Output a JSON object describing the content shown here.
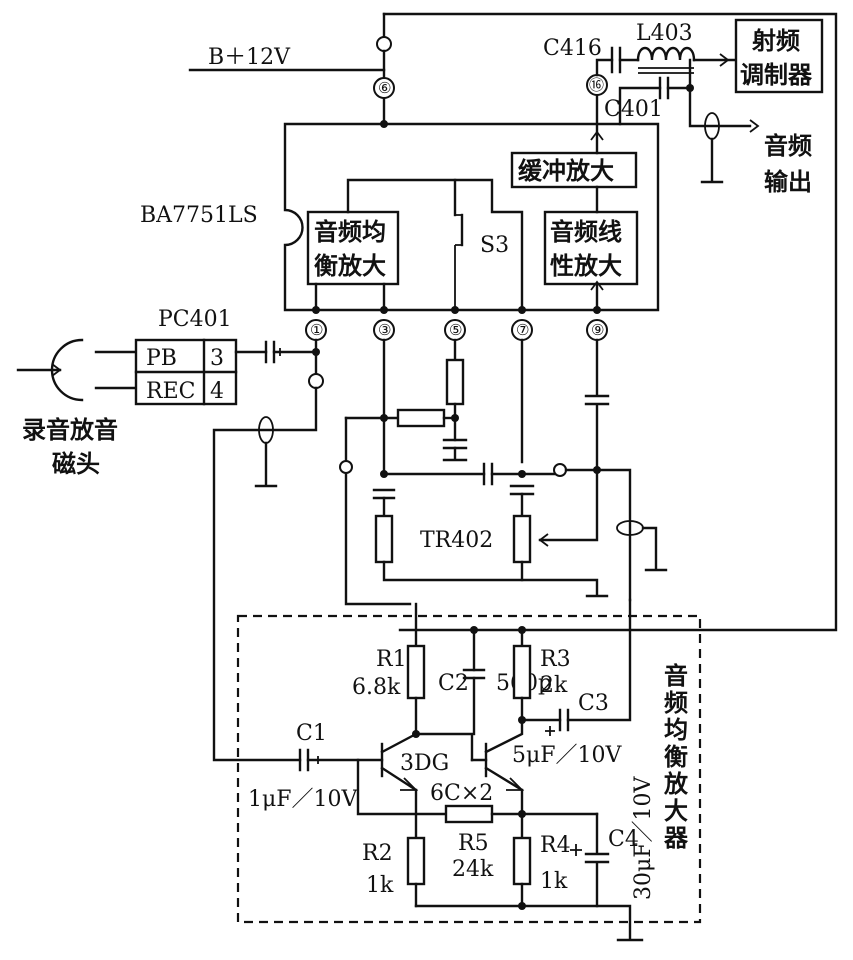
{
  "ic": {
    "name": "BA7751LS"
  },
  "supply": {
    "label": "B＋12V"
  },
  "pins": [
    "⑥",
    "⑯",
    "①",
    "③",
    "⑤",
    "⑦",
    "⑨"
  ],
  "blocks": {
    "eq_amp": [
      "音频均",
      "衡放大"
    ],
    "buffer_amp": "缓冲放大",
    "linear_amp": [
      "音频线",
      "性放大"
    ],
    "rf_modulator": [
      "射频",
      "调制器"
    ]
  },
  "switch_label": "S3",
  "pc": {
    "name": "PC401",
    "rows": [
      {
        "label": "PB",
        "pin": "3"
      },
      {
        "label": "REC",
        "pin": "4"
      }
    ]
  },
  "head_label": [
    "录音放音",
    "磁头"
  ],
  "audio_out": [
    "音频",
    "输出"
  ],
  "refs": {
    "c416": "C416",
    "l403": "L403",
    "c401": "C401",
    "tr402": "TR402",
    "r1": "R1",
    "r1v": "6.8k",
    "c2": "C2",
    "c2v": "560p",
    "r3": "R3",
    "r3v": "2k",
    "c3": "C3",
    "c3v": "5μF／10V",
    "c1": "C1",
    "c1v": "1μF／10V",
    "transistor": "3DG",
    "transistor_count": "6C×2",
    "r5": "R5",
    "r5v": "24k",
    "r2": "R2",
    "r2v": "1k",
    "r4": "R4",
    "r4v": "1k",
    "c4": "C4",
    "c4v": "30μF／10V"
  },
  "eq_section": "音频均衡放大器"
}
